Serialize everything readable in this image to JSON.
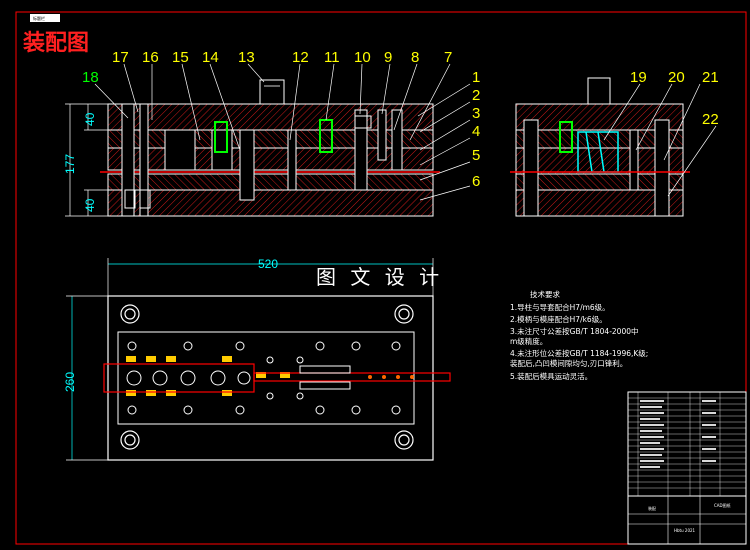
{
  "title_block_header": "标题栏",
  "drawing_title": "装配图",
  "watermark_text": "图 文 设 计",
  "part_numbers_front": [
    "18",
    "17",
    "16",
    "15",
    "14",
    "13",
    "12",
    "11",
    "10",
    "9",
    "8",
    "7"
  ],
  "part_numbers_right_front": [
    "1",
    "2",
    "3",
    "4",
    "5",
    "6"
  ],
  "part_numbers_side": [
    "19",
    "20",
    "21",
    "22"
  ],
  "dims": {
    "height_total": "177",
    "top_plate": "40",
    "bottom_plate": "40",
    "width_plan": "520",
    "height_plan": "260"
  },
  "tech_requirements": {
    "heading": "技术要求",
    "items": [
      "1.导柱与导套配合H7/m6级。",
      "2.模柄与模座配合H7/k6级。",
      "3.未注尺寸公差按GB/T 1804-2000中",
      "   m级精度。",
      "4.未注形位公差按GB/T 1184-1996,K级;",
      "   装配后,凸凹模间隙均匀,刃口锋利。",
      "5.装配后模具运动灵活。"
    ]
  },
  "title_block": {
    "drawing_name": "装配",
    "school": "Hbtu 2021",
    "small_label": "CAD图纸"
  },
  "colors": {
    "frame": "#ff0000",
    "outline": "#ffffff",
    "part_labels": "#ffff00",
    "dimension": "#00ffff",
    "hatch": "#ff0000",
    "accent_green": "#00ff00",
    "accent_magenta": "#ff00ff"
  }
}
